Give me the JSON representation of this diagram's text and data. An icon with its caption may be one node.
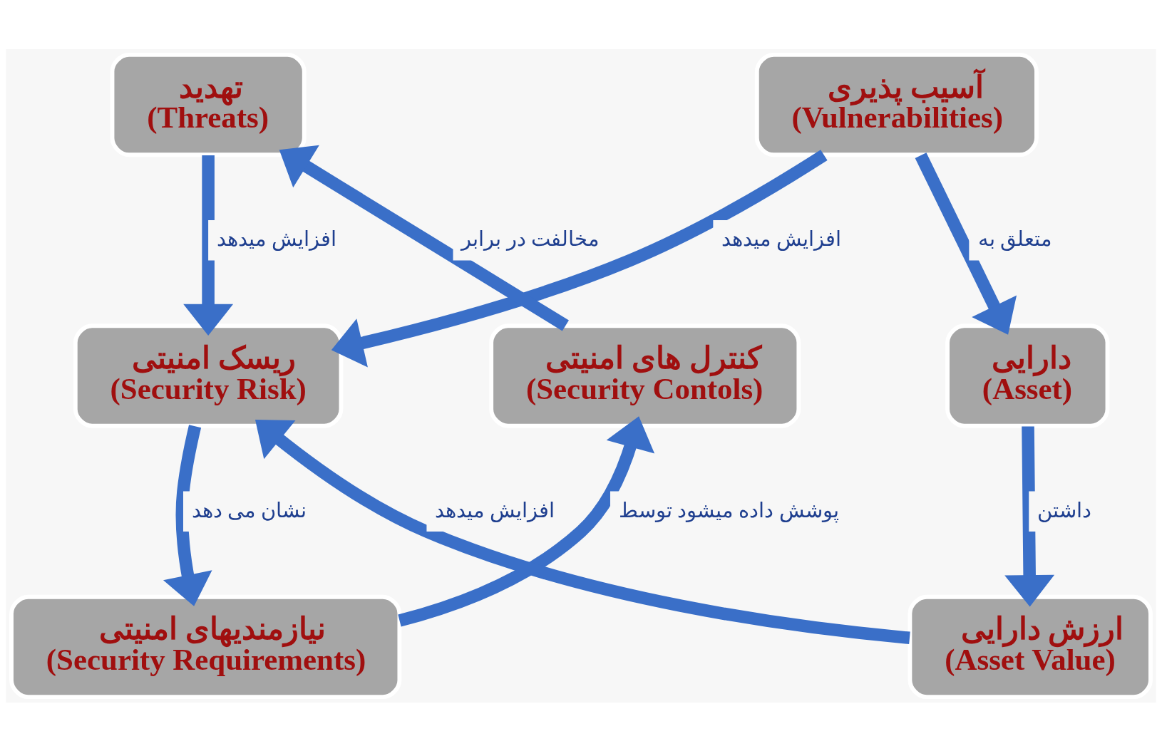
{
  "diagram": {
    "nodes": [
      {
        "text": [
          "تهدید",
          "(Threats)"
        ]
      },
      {
        "text": [
          "آسیب پذیری",
          "(Vulnerabilities)"
        ]
      },
      {
        "text": [
          "کنترل های امنیتی",
          "(Security Contols)"
        ]
      },
      {
        "text": [
          "ریسک امنیتی",
          "(Security Risk)"
        ]
      },
      {
        "text": [
          "دارایی",
          "(Asset)"
        ]
      },
      {
        "text": [
          "نیازمندیهای امنیتی",
          "(Security Requirements)"
        ]
      },
      {
        "text": [
          "ارزش دارایی",
          "(Asset Value)"
        ]
      }
    ],
    "edges": [
      {
        "from": 2,
        "to": 0,
        "arrow": "to",
        "label": "مخالفت در برابر"
      },
      {
        "from": 0,
        "to": 3,
        "arrow": "to",
        "label": "افزایش میدهد"
      },
      {
        "from": 1,
        "to": 3,
        "arrow": "to",
        "label": "افزایش میدهد"
      },
      {
        "from": 1,
        "to": 4,
        "arrow": "to",
        "label": "متعلق به"
      },
      {
        "from": 4,
        "to": 6,
        "arrow": "to",
        "label": "داشتن"
      },
      {
        "from": 6,
        "to": 3,
        "arrow": "to",
        "label": "افزایش میدهد"
      },
      {
        "from": 3,
        "to": 5,
        "arrow": "to",
        "label": "نشان می دهد"
      },
      {
        "from": 5,
        "to": 2,
        "arrow": "to",
        "label": "پوشش داده میشود توسط"
      }
    ]
  }
}
